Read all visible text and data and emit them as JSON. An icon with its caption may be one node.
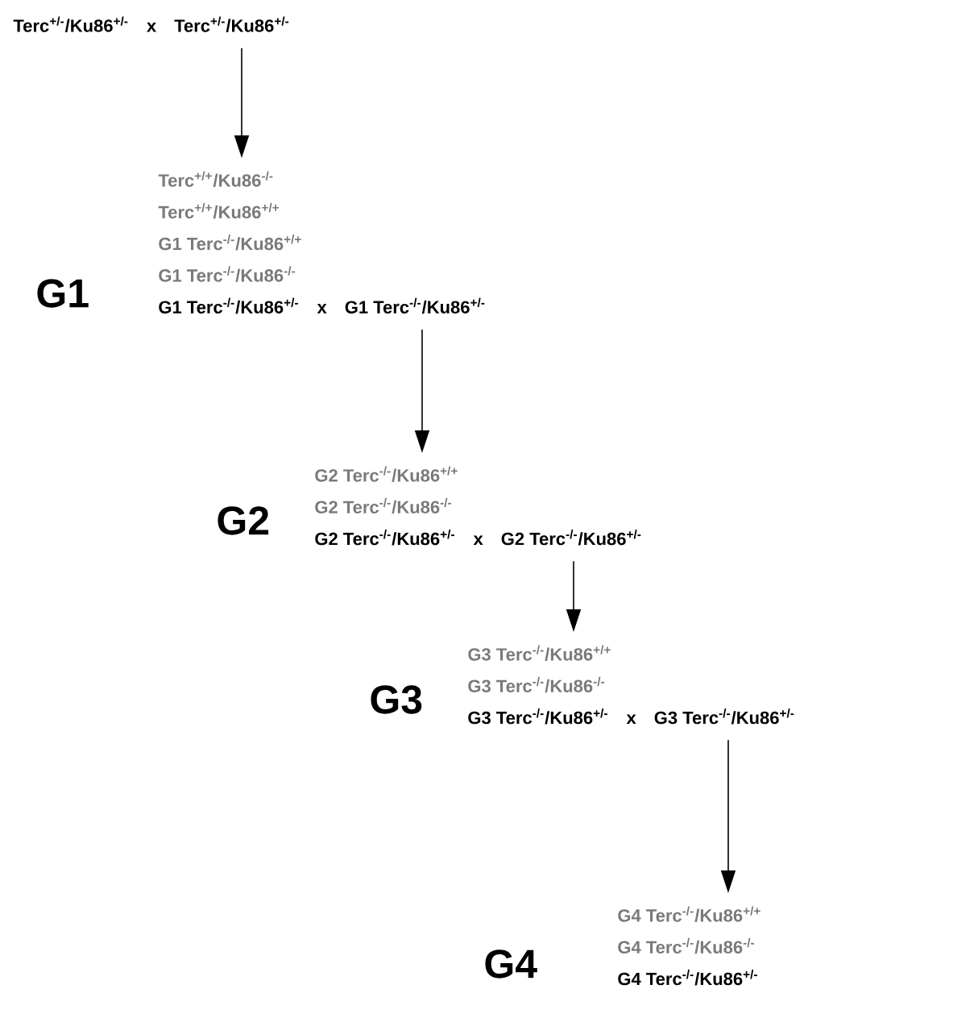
{
  "diagram": {
    "nodes": [
      {
        "text": [
          "Terc$^{+/-}$/Ku86$^{+/-}$",
          "x",
          "Terc$^{+/-}$/Ku86$^{+/-}$"
        ]
      },
      {
        "text": [
          "Terc$^{+/+}$/Ku86$^{-/-}$",
          "Terc$^{+/+}$/Ku86$^{+/+}$",
          "G1 Terc$^{-/-}$/Ku86$^{+/+}$",
          "G1 Terc$^{-/-}$/Ku86$^{-/-}$",
          "G1 Terc$^{-/-}$/Ku86$^{+/-}$",
          "x",
          "G1 Terc$^{-/-}$/Ku86$^{+/-}$"
        ],
        "beside": [
          "G1"
        ]
      },
      {
        "text": [
          "G2 Terc$^{-/-}$/Ku86$^{+/+}$",
          "G2 Terc$^{-/-}$/Ku86$^{-/-}$",
          "G2 Terc$^{-/-}$/Ku86$^{+/-}$",
          "x",
          "G2 Terc$^{-/-}$/Ku86$^{+/-}$"
        ],
        "beside": [
          "G2"
        ]
      },
      {
        "text": [
          "G3 Terc$^{-/-}$/Ku86$^{+/+}$",
          "G3 Terc$^{-/-}$/Ku86$^{-/-}$",
          "G3 Terc$^{-/-}$/Ku86$^{+/-}$",
          "x",
          "G3 Terc$^{-/-}$/Ku86$^{+/-}$"
        ],
        "beside": [
          "G3"
        ]
      },
      {
        "text": [
          "G4 Terc$^{-/-}$/Ku86$^{+/+}$",
          "G4 Terc$^{-/-}$/Ku86$^{-/-}$",
          "G4 Terc$^{-/-}$/Ku86$^{+/-}$"
        ],
        "beside": [
          "G4"
        ]
      }
    ],
    "edges": [
      {
        "from": 0,
        "to": 1,
        "arrow": "to"
      },
      {
        "from": 1,
        "to": 2,
        "arrow": "to"
      },
      {
        "from": 2,
        "to": 3,
        "arrow": "to"
      },
      {
        "from": 3,
        "to": 4,
        "arrow": "to"
      }
    ]
  }
}
